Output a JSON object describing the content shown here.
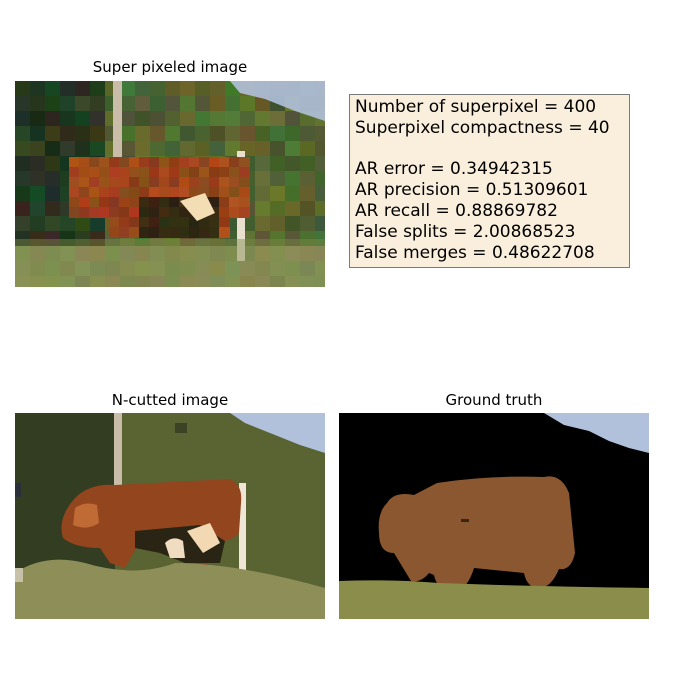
{
  "panels": {
    "superpixel": {
      "title": "Super pixeled image"
    },
    "ncut": {
      "title": "N-cutted image"
    },
    "ground_truth": {
      "title": "Ground truth"
    }
  },
  "stats": {
    "line1": "Number of superpixel = 400",
    "line2": "Superpixel compactness = 40",
    "line3": "AR error = 0.34942315",
    "line4": "AR precision = 0.51309601",
    "line5": "AR recall = 0.88869782",
    "line6": "False splits = 2.00868523",
    "line7": "False merges = 0.48622708"
  },
  "colors": {
    "sky": "#b1c1db",
    "cow_brown": "#93451e",
    "gt_cow": "#8b5730",
    "gt_grass": "#8b8e4b",
    "ncut_grass": "#8e8e58",
    "ncut_dark_forest": "#323d22",
    "ncut_olive": "#5a6332",
    "stats_bg": "#faefdc"
  }
}
